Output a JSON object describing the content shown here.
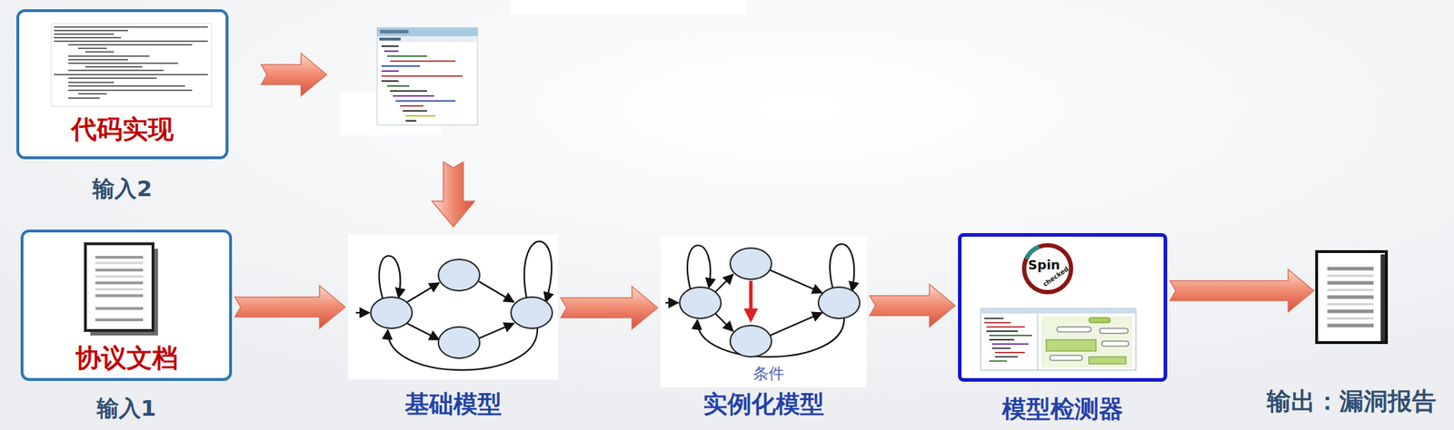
{
  "diagram": {
    "nodes": [
      {
        "text": [
          "代码实现",
          "输入2"
        ]
      },
      {
        "text": [
          "协议文档",
          "输入1"
        ]
      },
      {
        "text": [
          "基础模型"
        ]
      },
      {
        "text": [
          "实例化模型"
        ]
      },
      {
        "text": [
          "模型检测器"
        ]
      },
      {
        "text": [
          "输出：漏洞报告"
        ]
      }
    ],
    "edges": [
      {
        "from": 1,
        "to": 2,
        "arrow": "to"
      },
      {
        "from": 2,
        "to": 3,
        "arrow": "to"
      },
      {
        "from": 3,
        "to": 4,
        "arrow": "to"
      },
      {
        "from": 4,
        "to": 5,
        "arrow": "to"
      }
    ],
    "labels": [
      "条件",
      "Spin",
      "checked"
    ]
  }
}
